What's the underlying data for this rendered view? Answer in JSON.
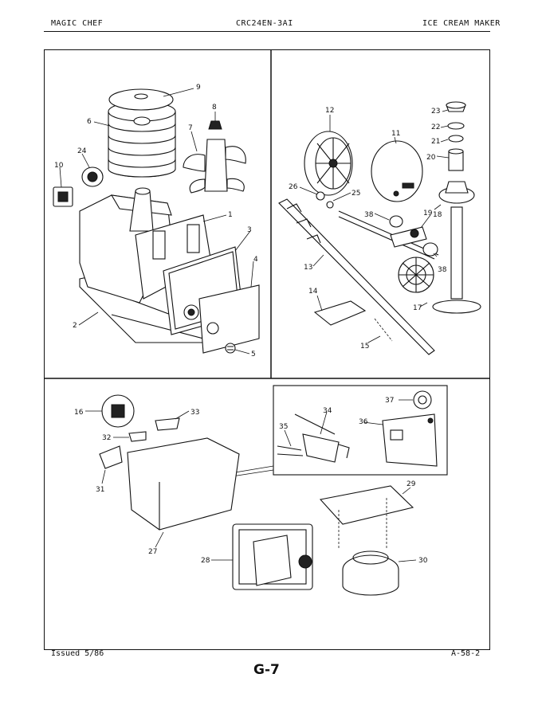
{
  "header": {
    "brand": "MAGIC CHEF",
    "model": "CRC24EN-3AI",
    "section": "ICE CREAM MAKER"
  },
  "footer": {
    "issued": "Issued 5/86",
    "ref": "A-58-2",
    "page": "G-7"
  },
  "callouts": [
    "1",
    "2",
    "3",
    "4",
    "5",
    "6",
    "7",
    "8",
    "9",
    "10",
    "11",
    "12",
    "13",
    "14",
    "15",
    "16",
    "17",
    "18",
    "19",
    "20",
    "21",
    "22",
    "23",
    "24",
    "25",
    "26",
    "27",
    "28",
    "29",
    "30",
    "31",
    "32",
    "33",
    "34",
    "35",
    "36",
    "37",
    "38"
  ]
}
